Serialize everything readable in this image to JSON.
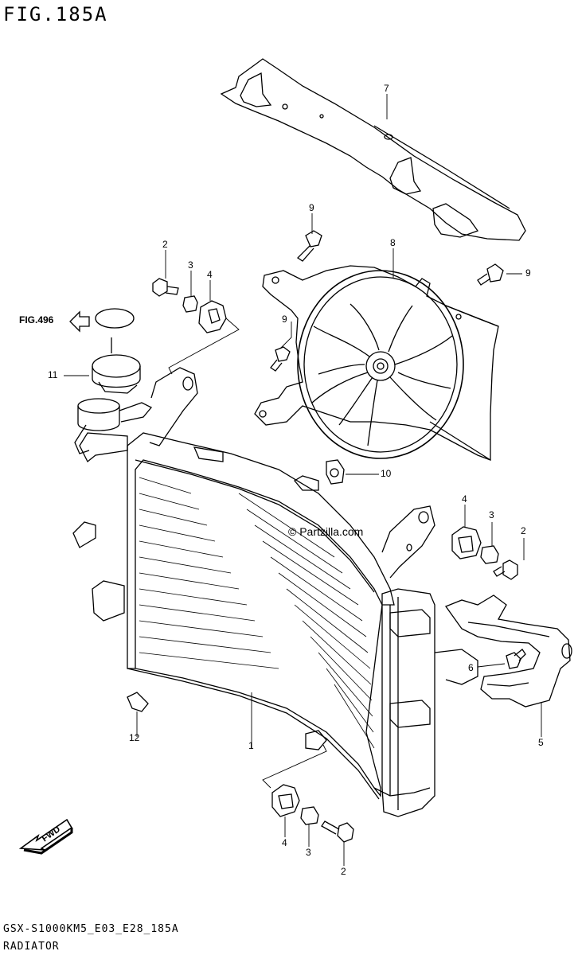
{
  "figure_title": "FIG.185A",
  "footer_code": "GSX-S1000KM5_E03_E28_185A",
  "footer_name": "RADIATOR",
  "fig_reference": "FIG.496",
  "watermark": "© Partzilla.com",
  "fwd_label": "FWD",
  "callouts": {
    "radiator": "1",
    "bolt_2a": "2",
    "bolt_2b": "2",
    "bolt_2c": "2",
    "collar_3a": "3",
    "collar_3b": "3",
    "collar_3c": "3",
    "grommet_4a": "4",
    "grommet_4b": "4",
    "grommet_4c": "4",
    "hose": "5",
    "hose_bolt": "6",
    "cover": "7",
    "fan": "8",
    "fan_bolt_a": "9",
    "fan_bolt_b": "9",
    "fan_bolt_c": "9",
    "nut": "10",
    "cap": "11",
    "clip": "12"
  }
}
